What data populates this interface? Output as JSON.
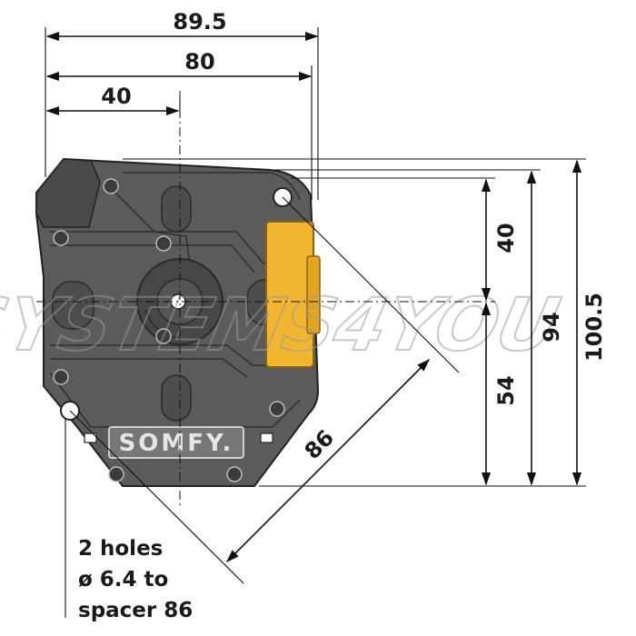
{
  "dimensions": {
    "width_outer": "89.5",
    "width_mid": "80",
    "width_half": "40",
    "height_upper": "40",
    "height_lower": "54",
    "height_mid": "94",
    "height_total": "100.5",
    "diagonal": "86"
  },
  "note": {
    "line1": "2 holes",
    "line2": "ø 6.4 to",
    "line3": "spacer 86"
  },
  "brand_logo": "SOMFY.",
  "watermark": "SYSTEMS4YOU",
  "colors": {
    "body": "#5a5a5a",
    "body_dark": "#3e3e3e",
    "accent_yellow": "#f2b630",
    "line": "#111111"
  }
}
